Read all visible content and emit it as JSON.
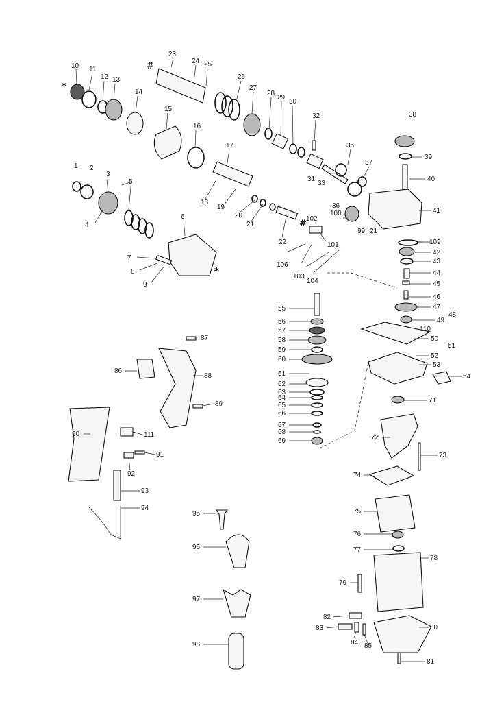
{
  "parts": [
    {
      "id": "p1",
      "label": "1",
      "shape": "ring"
    },
    {
      "id": "p2",
      "label": "2",
      "shape": "ring"
    },
    {
      "id": "p3",
      "label": "3",
      "shape": "cylinder"
    },
    {
      "id": "p4",
      "label": "4",
      "shape": "cylinder"
    },
    {
      "id": "p5",
      "label": "5",
      "shape": "spring"
    },
    {
      "id": "p6",
      "label": "6",
      "shape": "housing"
    },
    {
      "id": "p7",
      "label": "7",
      "shape": "screw"
    },
    {
      "id": "p8",
      "label": "8",
      "shape": "screw"
    },
    {
      "id": "p9",
      "label": "9",
      "shape": "screw"
    },
    {
      "id": "p10",
      "label": "10",
      "shape": "ring"
    },
    {
      "id": "p11",
      "label": "11",
      "shape": "ring"
    },
    {
      "id": "p12",
      "label": "12",
      "shape": "ring"
    },
    {
      "id": "p13",
      "label": "13",
      "shape": "ring"
    },
    {
      "id": "p14",
      "label": "14",
      "shape": "ring"
    },
    {
      "id": "p15",
      "label": "15",
      "shape": "cylinder"
    },
    {
      "id": "p16",
      "label": "16",
      "shape": "ring"
    },
    {
      "id": "p17",
      "label": "17",
      "shape": "pin"
    },
    {
      "id": "p18",
      "label": "18",
      "shape": "shaft"
    },
    {
      "id": "p19",
      "label": "19",
      "shape": "pin"
    },
    {
      "id": "p20",
      "label": "20",
      "shape": "ring"
    },
    {
      "id": "p21a",
      "label": "21",
      "shape": "ring"
    },
    {
      "id": "p21b",
      "label": "21",
      "shape": "ring"
    },
    {
      "id": "p22",
      "label": "22",
      "shape": "shaft"
    },
    {
      "id": "p23",
      "label": "23",
      "shape": "ball"
    },
    {
      "id": "p24",
      "label": "24",
      "shape": "pin"
    },
    {
      "id": "p25",
      "label": "25",
      "shape": "shaft"
    },
    {
      "id": "p26",
      "label": "26",
      "shape": "spring"
    },
    {
      "id": "p27",
      "label": "27",
      "shape": "gear"
    },
    {
      "id": "p28",
      "label": "28",
      "shape": "ring"
    },
    {
      "id": "p29",
      "label": "29",
      "shape": "cylinder"
    },
    {
      "id": "p30",
      "label": "30",
      "shape": "ring"
    },
    {
      "id": "p31",
      "label": "31",
      "shape": "cylinder"
    },
    {
      "id": "p32",
      "label": "32",
      "shape": "pin"
    },
    {
      "id": "p33",
      "label": "33",
      "shape": "rod"
    },
    {
      "id": "p35",
      "label": "35",
      "shape": "ring"
    },
    {
      "id": "p36",
      "label": "36",
      "shape": "ring"
    },
    {
      "id": "p37",
      "label": "37",
      "shape": "ring"
    },
    {
      "id": "p38",
      "label": "38",
      "shape": "gear"
    },
    {
      "id": "p39",
      "label": "39",
      "shape": "ring"
    },
    {
      "id": "p40",
      "label": "40",
      "shape": "shaft"
    },
    {
      "id": "p41",
      "label": "41",
      "shape": "housing"
    },
    {
      "id": "p42",
      "label": "42",
      "shape": "bearing"
    },
    {
      "id": "p43",
      "label": "43",
      "shape": "ring"
    },
    {
      "id": "p44",
      "label": "44",
      "shape": "spring"
    },
    {
      "id": "p45",
      "label": "45",
      "shape": "pin"
    },
    {
      "id": "p46",
      "label": "46",
      "shape": "pin"
    },
    {
      "id": "p47",
      "label": "47",
      "shape": "gear"
    },
    {
      "id": "p48",
      "label": "48",
      "shape": "ring"
    },
    {
      "id": "p49",
      "label": "49",
      "shape": "bearing"
    },
    {
      "id": "p50",
      "label": "50",
      "shape": "pin"
    },
    {
      "id": "p51",
      "label": "51",
      "shape": "screw"
    },
    {
      "id": "p52",
      "label": "52",
      "shape": "screw"
    },
    {
      "id": "p53",
      "label": "53",
      "shape": "plate"
    },
    {
      "id": "p54",
      "label": "54",
      "shape": "block"
    },
    {
      "id": "p55",
      "label": "55",
      "shape": "shaft"
    },
    {
      "id": "p56",
      "label": "56",
      "shape": "bearing"
    },
    {
      "id": "p57",
      "label": "57",
      "shape": "ring"
    },
    {
      "id": "p58",
      "label": "58",
      "shape": "bearing"
    },
    {
      "id": "p59",
      "label": "59",
      "shape": "ring"
    },
    {
      "id": "p60",
      "label": "60",
      "shape": "gear"
    },
    {
      "id": "p61",
      "label": "61",
      "shape": "ball"
    },
    {
      "id": "p62",
      "label": "62",
      "shape": "ring"
    },
    {
      "id": "p63",
      "label": "63",
      "shape": "ring"
    },
    {
      "id": "p64",
      "label": "64",
      "shape": "ring"
    },
    {
      "id": "p65",
      "label": "65",
      "shape": "spring"
    },
    {
      "id": "p66",
      "label": "66",
      "shape": "spring"
    },
    {
      "id": "p67",
      "label": "67",
      "shape": "ring"
    },
    {
      "id": "p68",
      "label": "68",
      "shape": "ring"
    },
    {
      "id": "p69",
      "label": "69",
      "shape": "bearing"
    },
    {
      "id": "p71",
      "label": "71",
      "shape": "bearing"
    },
    {
      "id": "p72",
      "label": "72",
      "shape": "armature"
    },
    {
      "id": "p73",
      "label": "73",
      "shape": "screw"
    },
    {
      "id": "p74",
      "label": "74",
      "shape": "plate"
    },
    {
      "id": "p75",
      "label": "75",
      "shape": "stator"
    },
    {
      "id": "p76",
      "label": "76",
      "shape": "bearing"
    },
    {
      "id": "p77",
      "label": "77",
      "shape": "ring"
    },
    {
      "id": "p78",
      "label": "78",
      "shape": "housing"
    },
    {
      "id": "p79",
      "label": "79",
      "shape": "screw"
    },
    {
      "id": "p80",
      "label": "80",
      "shape": "cover"
    },
    {
      "id": "p81",
      "label": "81",
      "shape": "screw"
    },
    {
      "id": "p82",
      "label": "82",
      "shape": "block"
    },
    {
      "id": "p83",
      "label": "83",
      "shape": "block"
    },
    {
      "id": "p84",
      "label": "84",
      "shape": "pin"
    },
    {
      "id": "p85",
      "label": "85",
      "shape": "spring"
    },
    {
      "id": "p86",
      "label": "86",
      "shape": "switch"
    },
    {
      "id": "p87",
      "label": "87",
      "shape": "screw"
    },
    {
      "id": "p88",
      "label": "88",
      "shape": "handle"
    },
    {
      "id": "p89",
      "label": "89",
      "shape": "screw"
    },
    {
      "id": "p90",
      "label": "90",
      "shape": "handle"
    },
    {
      "id": "p91",
      "label": "91",
      "shape": "screw"
    },
    {
      "id": "p92",
      "label": "92",
      "shape": "block"
    },
    {
      "id": "p93",
      "label": "93",
      "shape": "sleeve"
    },
    {
      "id": "p94",
      "label": "94",
      "shape": "cord"
    },
    {
      "id": "p95",
      "label": "95",
      "shape": "screw"
    },
    {
      "id": "p96",
      "label": "96",
      "shape": "clamp"
    },
    {
      "id": "p97",
      "label": "97",
      "shape": "clamp"
    },
    {
      "id": "p98",
      "label": "98",
      "shape": "grip"
    },
    {
      "id": "p99",
      "label": "99",
      "shape": "pin"
    },
    {
      "id": "p100",
      "label": "100",
      "shape": "gear"
    },
    {
      "id": "p101",
      "label": "101",
      "shape": "pin"
    },
    {
      "id": "p102",
      "label": "102",
      "shape": "block"
    },
    {
      "id": "p103",
      "label": "103",
      "shape": "pin"
    },
    {
      "id": "p104",
      "label": "104",
      "shape": "block"
    },
    {
      "id": "p106",
      "label": "106",
      "shape": "screw"
    },
    {
      "id": "p109",
      "label": "109",
      "shape": "ring"
    },
    {
      "id": "p110",
      "label": "110",
      "shape": "gasket"
    },
    {
      "id": "p111",
      "label": "111",
      "shape": "block"
    }
  ],
  "markers": [
    {
      "id": "m-hash-1",
      "text": "#"
    },
    {
      "id": "m-hash-2",
      "text": "#"
    },
    {
      "id": "m-star-1",
      "text": "*"
    },
    {
      "id": "m-star-2",
      "text": "*"
    }
  ],
  "colors": {
    "ink": "#111111",
    "paper": "#ffffff",
    "shade": "#5a5a5a"
  }
}
